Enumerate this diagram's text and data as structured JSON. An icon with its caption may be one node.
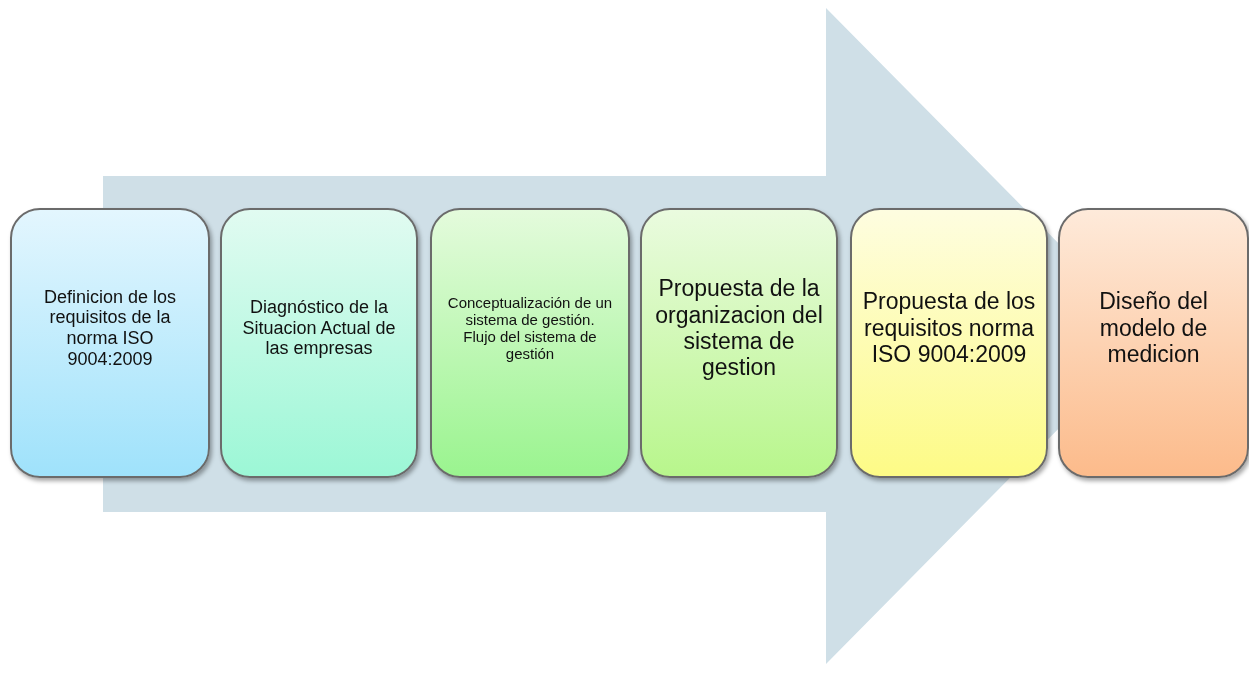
{
  "diagram": {
    "nodes": [
      {
        "text": [
          "Definicion de los requisitos de la norma ISO 9004:2009"
        ]
      },
      {
        "text": [
          "Diagnóstico de la Situacion Actual de las empresas"
        ]
      },
      {
        "text": [
          "Conceptualización de un sistema de gestión.",
          "Flujo del sistema de gestión"
        ]
      },
      {
        "text": [
          "Propuesta de la organizacion del sistema de gestion"
        ]
      },
      {
        "text": [
          "Propuesta de los requisitos norma ISO 9004:2009"
        ]
      },
      {
        "text": [
          "Diseño del modelo de medicion"
        ]
      }
    ],
    "edges": [
      {
        "from": 0,
        "to": 5,
        "arrow": "to"
      }
    ]
  }
}
